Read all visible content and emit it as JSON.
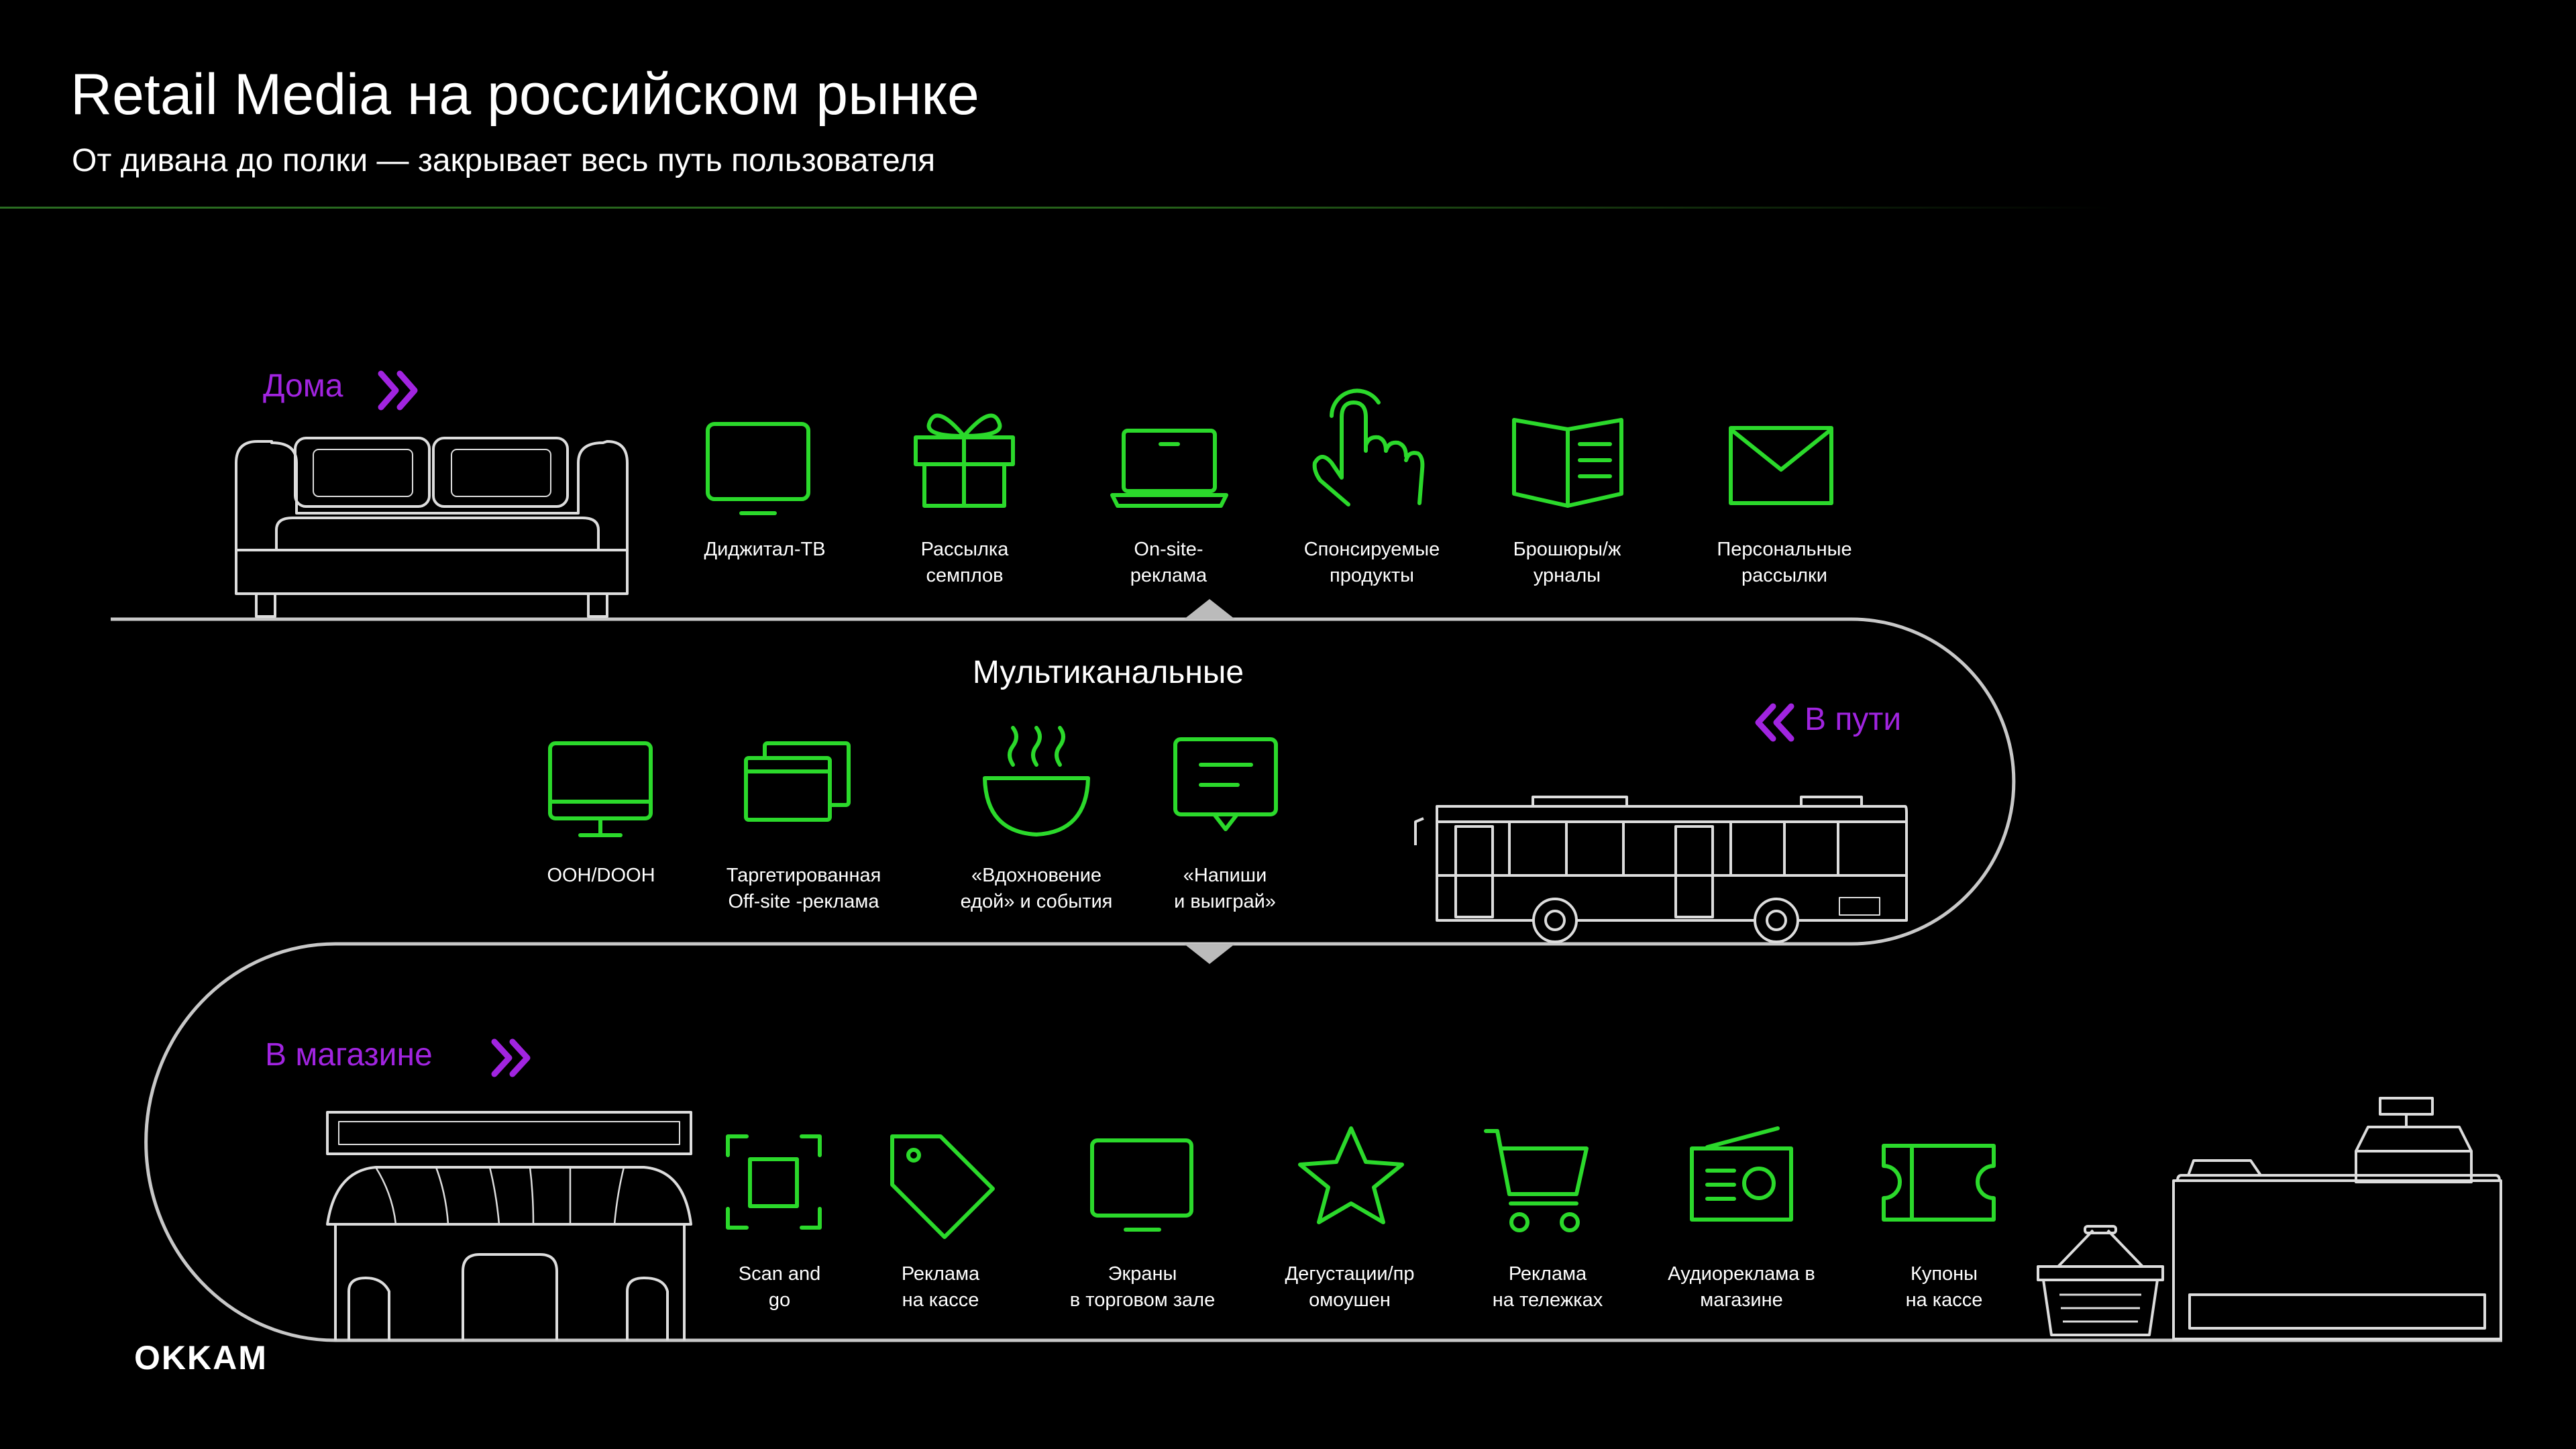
{
  "header": {
    "title": "Retail Media на российском рынке",
    "subtitle": "От дивана до полки — закрывает весь путь пользователя"
  },
  "stages": {
    "home": "Дома",
    "transit": "В пути",
    "store": "В магазине"
  },
  "middle_label": "Мультиканальные",
  "channels_home": [
    {
      "label": "Диджитал-ТВ",
      "icon": "tv-icon"
    },
    {
      "label": "Рассылка\nсемплов",
      "icon": "gift-icon"
    },
    {
      "label": "On-site-\nреклама",
      "icon": "laptop-icon"
    },
    {
      "label": "Спонсируемые\nпродукты",
      "icon": "tap-hand-icon"
    },
    {
      "label": "Брошюры/ж\nурналы",
      "icon": "book-icon"
    },
    {
      "label": "Персональные\nрассылки",
      "icon": "envelope-icon"
    }
  ],
  "channels_transit": [
    {
      "label": "OOH/DOOH",
      "icon": "monitor-icon"
    },
    {
      "label": "Таргетированная\nOff-site -реклама",
      "icon": "windows-icon"
    },
    {
      "label": "«Вдохновение\nедой» и события",
      "icon": "bowl-icon"
    },
    {
      "label": "«Напиши\nи выиграй»",
      "icon": "chat-icon"
    }
  ],
  "channels_store": [
    {
      "label": "Scan and\ngo",
      "icon": "scan-icon"
    },
    {
      "label": "Реклама\nна кассе",
      "icon": "price-tag-icon"
    },
    {
      "label": "Экраны\nв торговом зале",
      "icon": "screen-icon"
    },
    {
      "label": "Дегустации/пр\nомоушен",
      "icon": "star-icon"
    },
    {
      "label": "Реклама\nна тележках",
      "icon": "cart-icon"
    },
    {
      "label": "Аудиореклама в\nмагазине",
      "icon": "radio-icon"
    },
    {
      "label": "Купоны\nна кассе",
      "icon": "ticket-icon"
    }
  ],
  "brand": {
    "logo": "OKKAM",
    "accent_green": "#2bd92b",
    "accent_purple": "#a124e0",
    "line_color": "#c8c8c8"
  }
}
